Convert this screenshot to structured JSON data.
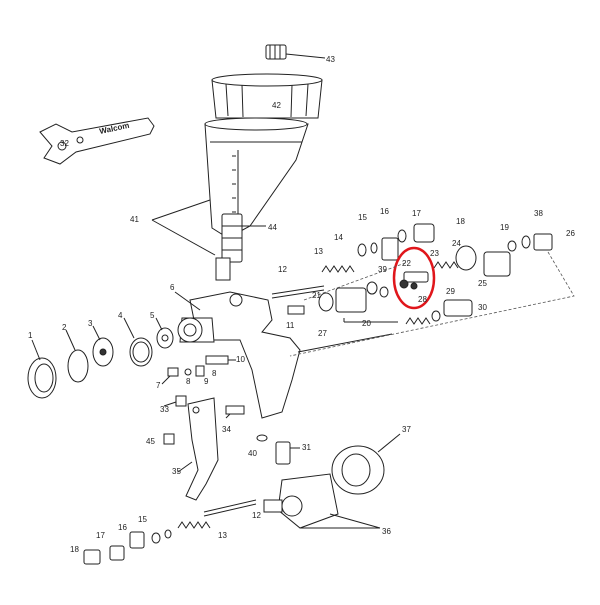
{
  "diagram": {
    "brand_text": "Walcom",
    "highlight_color": "#e0161b",
    "callouts": [
      {
        "id": "c1",
        "text": "1"
      },
      {
        "id": "c2",
        "text": "2"
      },
      {
        "id": "c3",
        "text": "3"
      },
      {
        "id": "c4",
        "text": "4"
      },
      {
        "id": "c5",
        "text": "5"
      },
      {
        "id": "c6",
        "text": "6"
      },
      {
        "id": "c7",
        "text": "7"
      },
      {
        "id": "c8a",
        "text": "8"
      },
      {
        "id": "c8b",
        "text": "8"
      },
      {
        "id": "c9",
        "text": "9"
      },
      {
        "id": "c10",
        "text": "10"
      },
      {
        "id": "c11",
        "text": "11"
      },
      {
        "id": "c12a",
        "text": "12"
      },
      {
        "id": "c12b",
        "text": "12"
      },
      {
        "id": "c13a",
        "text": "13"
      },
      {
        "id": "c13b",
        "text": "13"
      },
      {
        "id": "c14",
        "text": "14"
      },
      {
        "id": "c15a",
        "text": "15"
      },
      {
        "id": "c15b",
        "text": "15"
      },
      {
        "id": "c16a",
        "text": "16"
      },
      {
        "id": "c16b",
        "text": "16"
      },
      {
        "id": "c17a",
        "text": "17"
      },
      {
        "id": "c17b",
        "text": "17"
      },
      {
        "id": "c18a",
        "text": "18"
      },
      {
        "id": "c18b",
        "text": "18"
      },
      {
        "id": "c19",
        "text": "19"
      },
      {
        "id": "c20",
        "text": "20"
      },
      {
        "id": "c21",
        "text": "21"
      },
      {
        "id": "c22",
        "text": "22"
      },
      {
        "id": "c23",
        "text": "23"
      },
      {
        "id": "c24",
        "text": "24"
      },
      {
        "id": "c25",
        "text": "25"
      },
      {
        "id": "c26",
        "text": "26"
      },
      {
        "id": "c27",
        "text": "27"
      },
      {
        "id": "c28",
        "text": "28"
      },
      {
        "id": "c29",
        "text": "29"
      },
      {
        "id": "c30",
        "text": "30"
      },
      {
        "id": "c31",
        "text": "31"
      },
      {
        "id": "c32",
        "text": "32"
      },
      {
        "id": "c33",
        "text": "33"
      },
      {
        "id": "c34",
        "text": "34"
      },
      {
        "id": "c35",
        "text": "35"
      },
      {
        "id": "c36",
        "text": "36"
      },
      {
        "id": "c37",
        "text": "37"
      },
      {
        "id": "c38",
        "text": "38"
      },
      {
        "id": "c39",
        "text": "39"
      },
      {
        "id": "c40",
        "text": "40"
      },
      {
        "id": "c41",
        "text": "41"
      },
      {
        "id": "c42",
        "text": "42"
      },
      {
        "id": "c43",
        "text": "43"
      },
      {
        "id": "c44",
        "text": "44"
      },
      {
        "id": "c45",
        "text": "45"
      }
    ]
  }
}
